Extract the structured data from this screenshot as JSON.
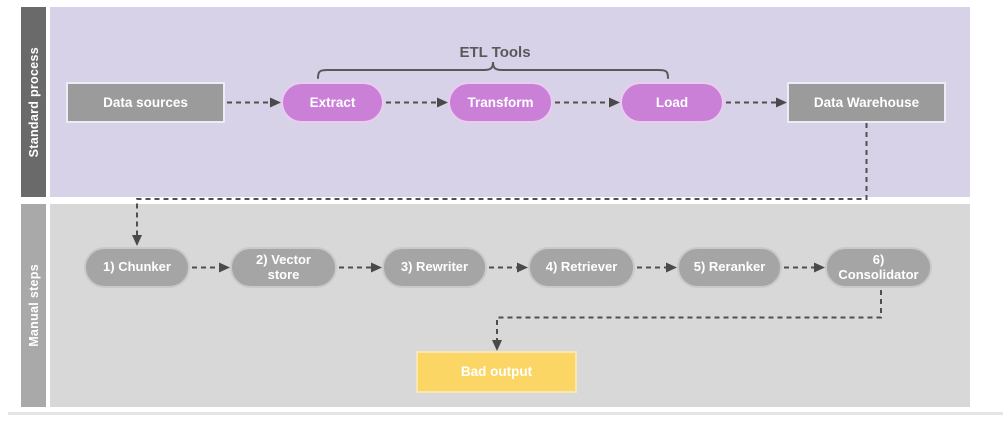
{
  "lanes": {
    "standard": {
      "label": "Standard process",
      "annotation": "ETL Tools",
      "nodes": [
        {
          "label": "Data sources"
        },
        {
          "label": "Extract"
        },
        {
          "label": "Transform"
        },
        {
          "label": "Load"
        },
        {
          "label": "Data Warehouse"
        }
      ]
    },
    "manual": {
      "label": "Manual steps",
      "nodes": [
        {
          "label": "1) Chunker"
        },
        {
          "label": "2) Vector store"
        },
        {
          "label": "3) Rewriter"
        },
        {
          "label": "4) Retriever"
        },
        {
          "label": "5) Reranker"
        },
        {
          "label": "6) Consolidator"
        }
      ],
      "output": {
        "label": "Bad output"
      }
    }
  },
  "colors": {
    "standard_lane_bg": "#d8d2e8",
    "standard_label_bg": "#6a6a6a",
    "manual_lane_bg": "#d8d8d8",
    "manual_label_bg": "#a9a9a9",
    "data_store_fill": "#9b9b9b",
    "etl_pill_fill": "#cb80d8",
    "manual_pill_fill": "#a5a5a5",
    "bad_output_fill": "#fbd665",
    "connector_color": "#4f4f4f"
  }
}
